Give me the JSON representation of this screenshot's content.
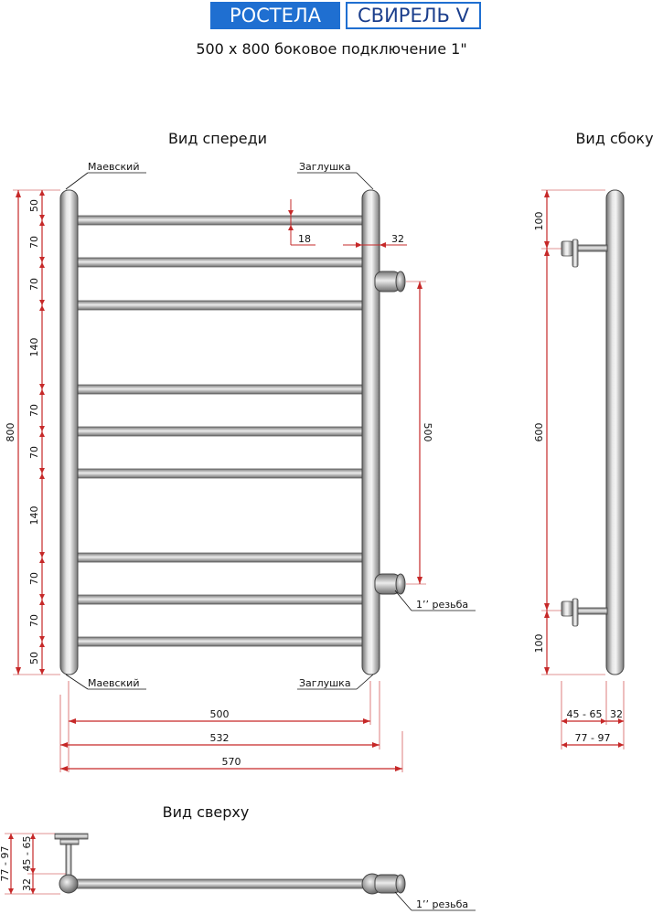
{
  "header": {
    "brand": "РОСТЕЛА",
    "model": "СВИРЕЛЬ V",
    "subtitle": "500 х 800 боковое подключение 1\""
  },
  "views": {
    "front": "Вид спереди",
    "side": "Вид сбоку",
    "top": "Вид сверху"
  },
  "labels": {
    "mayevsky": "Маевский",
    "plug": "Заглушка",
    "thread": "1’’ резьба"
  },
  "front_dims": {
    "total_height": "800",
    "spacing": [
      "50",
      "70",
      "70",
      "140",
      "70",
      "70",
      "140",
      "70",
      "70",
      "50"
    ],
    "rung_diameter": "18",
    "riser_diameter": "32",
    "connection_distance": "500",
    "widths": [
      "500",
      "532",
      "570"
    ]
  },
  "side_dims": {
    "vertical": [
      "100",
      "600",
      "100"
    ],
    "depth_a": "45 - 65",
    "depth_b": "32",
    "depth_total": "77 - 97"
  },
  "top_dims": {
    "total": "77 - 97",
    "a": "32",
    "b": "45 - 65"
  },
  "colors": {
    "dimension_red": "#c62828",
    "brand_blue": "#1f6fd1",
    "metal": "#9a9a9a"
  }
}
